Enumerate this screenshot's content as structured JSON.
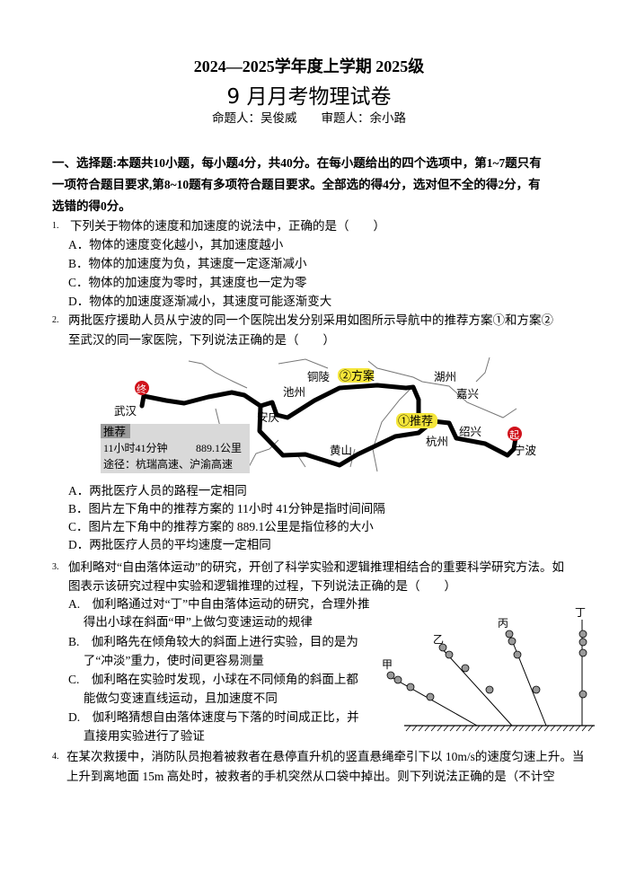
{
  "header": {
    "title": "2024—2025学年度上学期 2025级",
    "subtitle": "9 月月考物理试卷",
    "authors": "命题人：吴俊威　　审题人：余小路"
  },
  "section": {
    "lines": [
      "一、选择题:本题共10小题，每小题4分，共40分。在每小题给出的四个选项中，第1~7题只有",
      "一项符合题目要求,第8~10题有多项符合题目要求。全部选的得4分，选对但不全的得2分，有",
      "选错的得0分。"
    ]
  },
  "questions": [
    {
      "num": "1.",
      "lines": [
        "下列关于物体的速度和加速度的说法中，正确的是（　　）"
      ],
      "options": [
        "A．物体的速度变化越小，其加速度越小",
        "B．物体的加速度为负，其速度一定逐渐减小",
        "C．物体的加速度为零时，其速度也一定为零",
        "D．物体的加速度逐渐减小，其速度可能逐渐变大"
      ]
    },
    {
      "num": "2.",
      "lines": [
        "两批医疗援助人员从宁波的同一个医院出发分别采用如图所示导航中的推荐方案①和方案②",
        "至武汉的同一家医院，下列说法正确的是（　　）"
      ],
      "options": [
        "A．两批医疗人员的路程一定相同",
        "B．图片左下角中的推荐方案的 11小时 41分钟是指时间间隔",
        "C．图片左下角中的推荐方案的 889.1公里是指位移的大小",
        "D．两批医疗人员的平均速度一定相同"
      ]
    },
    {
      "num": "3.",
      "lines": [
        "伽利略对“自由落体运动”的研究，开创了科学实验和逻辑推理相结合的重要科学研究方法。如",
        "图表示该研究过程中实验和逻辑推理的过程，下列说法正确的是（　　）"
      ],
      "options": [
        "A.　伽利略通过对“丁”中自由落体运动的研究，合理外推",
        "　 得出小球在斜面“甲”上做匀变速运动的规律",
        "B.　伽利略先在倾角较大的斜面上进行实验，目的是为",
        "　 了“冲淡”重力，使时间更容易测量",
        "C.　伽利略在实验时发现，小球在不同倾角的斜面上都",
        "　 能做匀变速直线运动，且加速度不同",
        "D.　伽利略猜想自由落体速度与下落的时间成正比，并",
        "　 直接用实验进行了验证"
      ]
    },
    {
      "num": "4.",
      "lines": [
        "在某次救援中，消防队员抱着被救者在悬停直升机的竖直悬绳牵引下以 10m/s的速度匀速上升。当",
        "上升到离地面 15m 高处时，被救者的手机突然从口袋中掉出。则下列说法正确的是（不计空"
      ]
    }
  ],
  "map": {
    "end_marker": "终",
    "start_marker": "起",
    "cities": [
      "武汉",
      "安庆",
      "池州",
      "铜陵",
      "黄山",
      "杭州",
      "绍兴",
      "宁波",
      "湖州",
      "嘉兴"
    ],
    "plan2": "②方案",
    "plan1": "①推荐",
    "box": {
      "header": "推荐",
      "time": "11小时41分钟",
      "distance": "889.1公里",
      "route": "途径：杭瑞高速、沪渝高速"
    },
    "colors": {
      "highlight": "#f5e63a",
      "marker": "#d0121b",
      "box": "#d9d9d9"
    }
  },
  "figure3": {
    "labels": [
      "甲",
      "乙",
      "丙",
      "丁"
    ]
  }
}
